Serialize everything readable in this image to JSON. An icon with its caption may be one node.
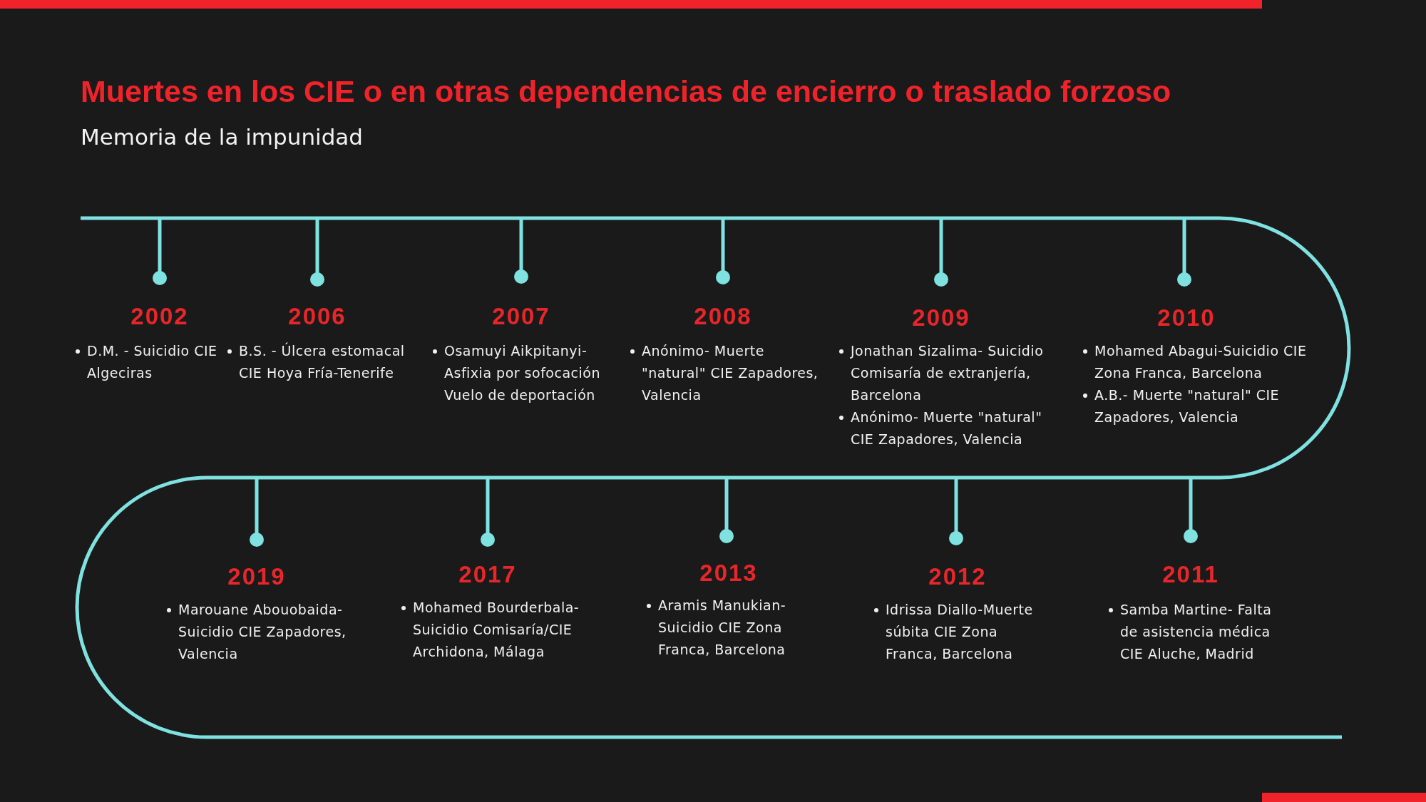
{
  "diagram": {
    "title": "Muertes en los CIE o en otras dependencias de encierro o traslado forzoso",
    "nodes": [
      {
        "text": [
          "2002",
          "D.M. - Suicidio CIE Algeciras"
        ]
      },
      {
        "text": [
          "2006",
          "B.S. - Úlcera estomacal CIE Hoya Fría-Tenerife"
        ]
      },
      {
        "text": [
          "2007",
          "Osamuyi Aikpitanyi- Asfixia por sofocación Vuelo de deportación"
        ]
      },
      {
        "text": [
          "2008",
          "Anónimo- Muerte \"natural\" CIE Zapadores, Valencia"
        ]
      },
      {
        "text": [
          "2009",
          "Jonathan Sizalima- Suicidio Comisaría de extranjería, Barcelona",
          "Anónimo- Muerte \"natural\" CIE  Zapadores, Valencia"
        ]
      },
      {
        "text": [
          "2010",
          "Mohamed Abagui-Suicidio CIE Zona Franca, Barcelona",
          "A.B.- Muerte \"natural\" CIE Zapadores, Valencia"
        ]
      },
      {
        "text": [
          "2019",
          "Marouane Abouobaida- Suicidio CIE Zapadores, Valencia"
        ]
      },
      {
        "text": [
          "2017",
          "Mohamed Bourderbala- Suicidio Comisaría/CIE Archidona, Málaga"
        ]
      },
      {
        "text": [
          "2013",
          "Aramis Manukian- Suicidio CIE Zona Franca, Barcelona"
        ]
      },
      {
        "text": [
          "2012",
          "Idrissa Diallo-Muerte súbita CIE Zona Franca, Barcelona"
        ]
      },
      {
        "text": [
          "2011",
          "Samba Martine- Falta de asistencia médica CIE Aluche, Madrid"
        ]
      }
    ],
    "labels": [
      "Memoria de la impunidad"
    ]
  }
}
